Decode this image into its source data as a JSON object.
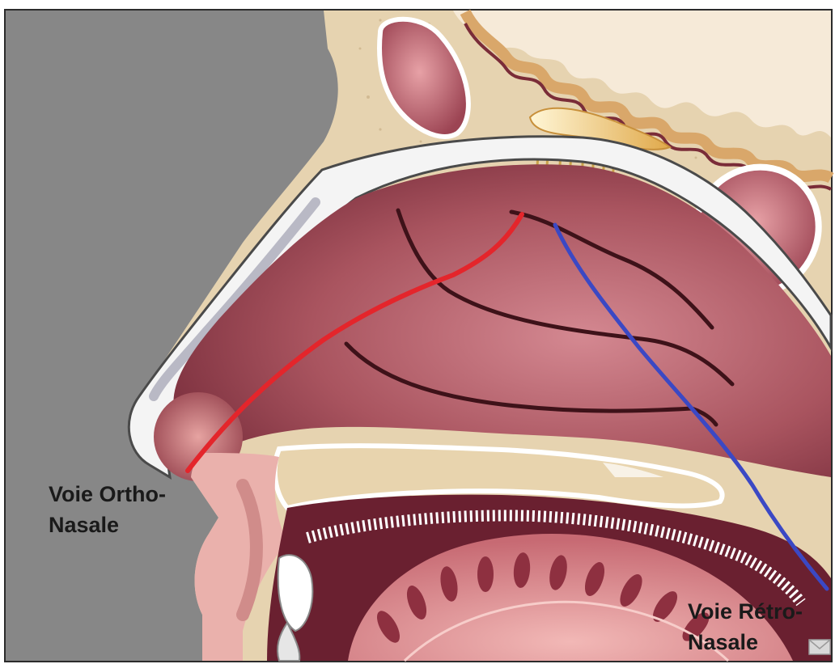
{
  "labels": {
    "ortho": [
      "Voie Ortho-",
      "Nasale"
    ],
    "retro": [
      "Voie Rétro-",
      "Nasale"
    ]
  },
  "colors": {
    "background_gray": "#878787",
    "bone": "#e9d6b4",
    "cavity_dark": "#7b2e3e",
    "cavity_mid": "#a4525f",
    "cavity_light": "#cc7c86",
    "brain": "#f6ead8",
    "skin": "#eab1ac",
    "orthonasal_path": "#e4252b",
    "retronasal_path": "#3b48c4"
  },
  "icons": [
    "mail-icon"
  ]
}
